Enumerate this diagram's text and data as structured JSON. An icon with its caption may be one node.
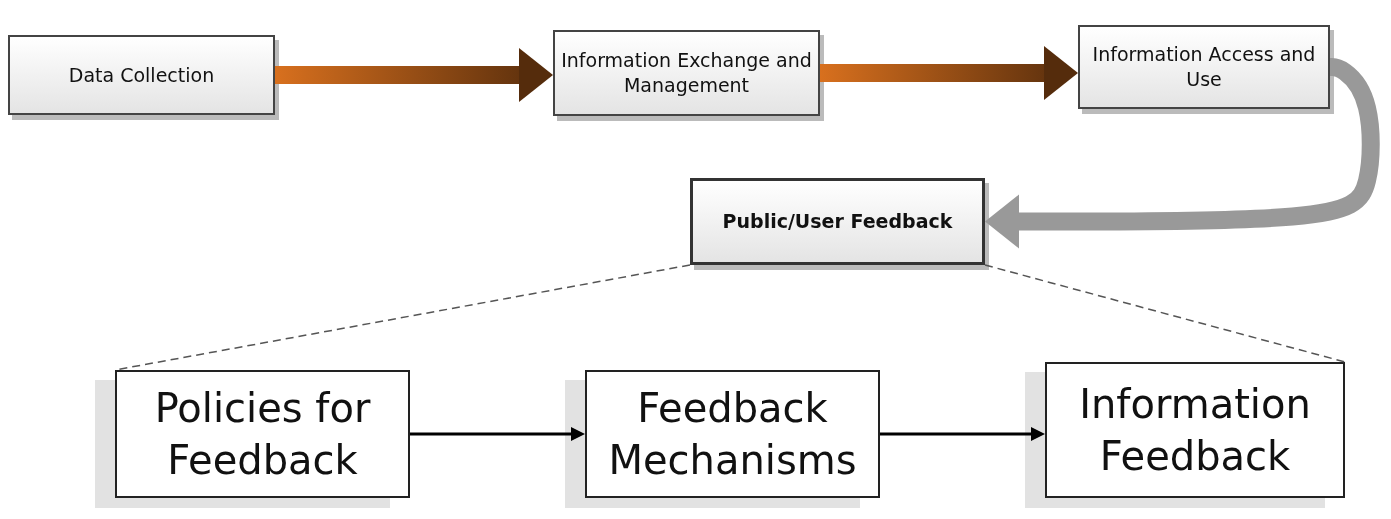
{
  "diagram": {
    "nodes": [
      {
        "text": [
          "Data Collection"
        ]
      },
      {
        "text": [
          "Information Exchange and Management"
        ]
      },
      {
        "text": [
          "Information Access and Use"
        ]
      },
      {
        "text": [
          "Public/User Feedback"
        ]
      },
      {
        "text": [
          "Policies for Feedback"
        ]
      },
      {
        "text": [
          "Feedback Mechanisms"
        ]
      },
      {
        "text": [
          "Information Feedback"
        ]
      }
    ],
    "edges": [
      {
        "from": 0,
        "to": 1,
        "arrow": "to",
        "style": "thick",
        "color": "#d8701e"
      },
      {
        "from": 1,
        "to": 2,
        "arrow": "to",
        "style": "thick",
        "color": "#d8701e"
      },
      {
        "from": 2,
        "to": 3,
        "arrow": "to",
        "style": "thick",
        "color": "#999999"
      },
      {
        "from": 3,
        "to": 4,
        "arrow": "none",
        "style": "dashed",
        "color": "#555555"
      },
      {
        "from": 3,
        "to": 6,
        "arrow": "none",
        "style": "dashed",
        "color": "#555555"
      },
      {
        "from": 4,
        "to": 5,
        "arrow": "to"
      },
      {
        "from": 5,
        "to": 6,
        "arrow": "to"
      }
    ]
  }
}
